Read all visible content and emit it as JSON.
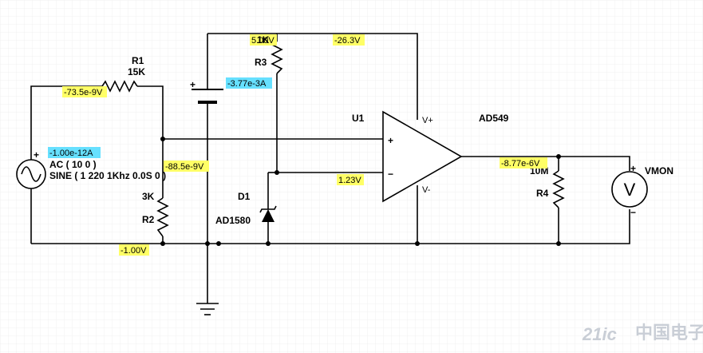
{
  "components": {
    "r1": {
      "name": "R1",
      "value": "15K"
    },
    "r2": {
      "name": "R2",
      "value": "3K"
    },
    "r3": {
      "name": "R3",
      "value": "1K"
    },
    "r4": {
      "name": "R4",
      "value": "10M"
    },
    "u1": {
      "name": "U1",
      "model": "AD549",
      "vplus": "V+",
      "vminus": "V-",
      "plus": "+",
      "minus": "−"
    },
    "d1": {
      "name": "D1",
      "model": "AD1580"
    },
    "ac": {
      "line1": "AC ( 10 0 )",
      "line2": "SINE ( 1 220 1Khz 0.0S 0 )",
      "plus": "+"
    },
    "vmon": {
      "name": "VMON",
      "plus": "+",
      "minus": "−",
      "glyph": "V"
    },
    "battery": {
      "plus": "+"
    }
  },
  "probes": {
    "p_r1_left": "-73.5e-9V",
    "p_ac_current": "-1.00e-12A",
    "p_node_mid": "-88.5e-9V",
    "p_bottom": "-1.00V",
    "p_battery_current": "-3.77e-3A",
    "p_top_r3": "5.00V",
    "p_top_right": "-26.3V",
    "p_inv_node": "1.23V",
    "p_out": "-8.77e-6V"
  },
  "watermark": {
    "text": "21ic",
    "sub": "中国电子网"
  },
  "colors": {
    "voltage_probe": "#ffff66",
    "current_probe": "#66e0ff",
    "wire": "#000000"
  }
}
